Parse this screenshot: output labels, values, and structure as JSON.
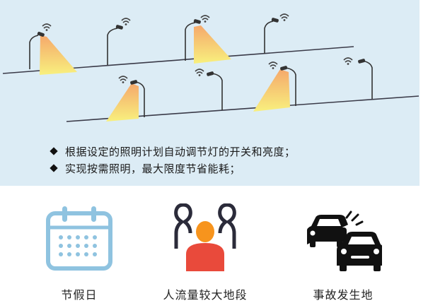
{
  "features": [
    "根据设定的照明计划自动调节灯的开关和亮度；",
    "实现按需照明，最大限度节省能耗；"
  ],
  "scenarios": [
    {
      "label": "节假日",
      "icon": "calendar-icon"
    },
    {
      "label": "人流量较大地段",
      "icon": "crowd-icon"
    },
    {
      "label": "事故发生地",
      "icon": "car-accident-icon"
    }
  ],
  "colors": {
    "panel_bg": "#dcecf5",
    "light_beam_start": "#f5a96b",
    "light_beam_end": "#f7ee7a",
    "calendar_blue": "#8fc3e0",
    "person_orange": "#f7941d",
    "person_red": "#e94a3b",
    "outline_dark": "#2b2b3a"
  }
}
